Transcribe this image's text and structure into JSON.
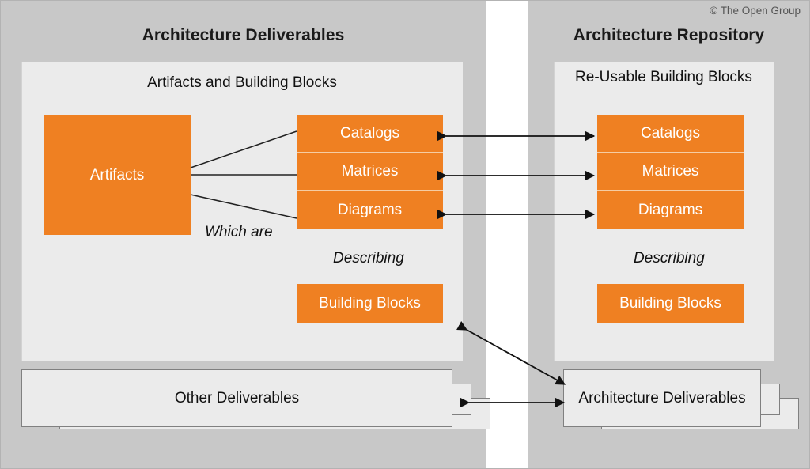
{
  "meta": {
    "copyright": "© The Open Group",
    "accent_orange": "#ef8022",
    "panel_gray": "#c8c8c8",
    "card_gray": "#ebebeb",
    "sheet_border": "#808080",
    "text_dark": "#111111",
    "text_light": "#ffffff"
  },
  "left_panel": {
    "title": "Architecture Deliverables",
    "card_heading": "Artifacts and Building Blocks",
    "artifacts_label": "Artifacts",
    "artifact_types": [
      {
        "label": "Catalogs"
      },
      {
        "label": "Matrices"
      },
      {
        "label": "Diagrams"
      }
    ],
    "relation_which_are": "Which are",
    "relation_describing": "Describing",
    "building_blocks_label": "Building Blocks",
    "other_deliverables_label": "Other Deliverables"
  },
  "right_panel": {
    "title": "Architecture Repository",
    "card_heading": "Re-Usable Building Blocks",
    "artifact_types": [
      {
        "label": "Catalogs"
      },
      {
        "label": "Matrices"
      },
      {
        "label": "Diagrams"
      }
    ],
    "relation_describing": "Describing",
    "building_blocks_label": "Building Blocks",
    "architecture_deliverables_label": "Architecture Deliverables"
  },
  "connectors": [
    {
      "name": "artifacts-to-catalogs",
      "style": "plain-line"
    },
    {
      "name": "artifacts-to-matrices",
      "style": "plain-line"
    },
    {
      "name": "artifacts-to-diagrams",
      "style": "plain-line"
    },
    {
      "name": "catalogs-sync",
      "style": "double-arrow"
    },
    {
      "name": "matrices-sync",
      "style": "double-arrow"
    },
    {
      "name": "diagrams-sync",
      "style": "double-arrow"
    },
    {
      "name": "artifacts-card-to-architecture-deliverables",
      "style": "double-arrow-diagonal"
    },
    {
      "name": "other-deliverables-to-architecture-deliverables",
      "style": "double-arrow"
    }
  ]
}
